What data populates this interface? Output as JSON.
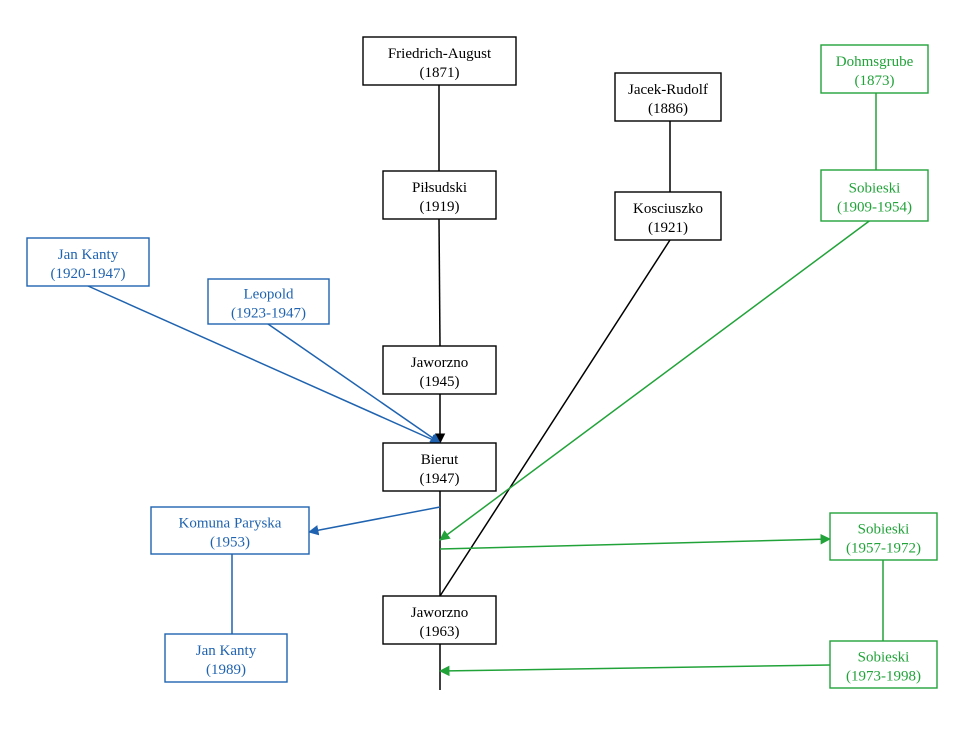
{
  "colors": {
    "black": "#000000",
    "blue": "#1f63b0",
    "green": "#22a33a"
  },
  "nodes": [
    {
      "id": "friedrich",
      "line1": "Friedrich-August",
      "line2": "(1871)",
      "color": "black"
    },
    {
      "id": "pilsudski",
      "line1": "Piłsudski",
      "line2": "(1919)",
      "color": "black"
    },
    {
      "id": "jaworzno1945",
      "line1": "Jaworzno",
      "line2": "(1945)",
      "color": "black"
    },
    {
      "id": "bierut",
      "line1": "Bierut",
      "line2": "(1947)",
      "color": "black"
    },
    {
      "id": "jaworzno1963",
      "line1": "Jaworzno",
      "line2": "(1963)",
      "color": "black"
    },
    {
      "id": "jacek",
      "line1": "Jacek-Rudolf",
      "line2": "(1886)",
      "color": "black"
    },
    {
      "id": "kosciuszko",
      "line1": "Kosciuszko",
      "line2": "(1921)",
      "color": "black"
    },
    {
      "id": "dohmsgrube",
      "line1": "Dohmsgrube",
      "line2": "(1873)",
      "color": "green"
    },
    {
      "id": "sobieski1909",
      "line1": "Sobieski",
      "line2": "(1909-1954)",
      "color": "green"
    },
    {
      "id": "sobieski1957",
      "line1": "Sobieski",
      "line2": "(1957-1972)",
      "color": "green"
    },
    {
      "id": "sobieski1973",
      "line1": "Sobieski",
      "line2": "(1973-1998)",
      "color": "green"
    },
    {
      "id": "jankanty1920",
      "line1": "Jan Kanty",
      "line2": "(1920-1947)",
      "color": "blue"
    },
    {
      "id": "leopold",
      "line1": "Leopold",
      "line2": "(1923-1947)",
      "color": "blue"
    },
    {
      "id": "komuna",
      "line1": "Komuna Paryska",
      "line2": "(1953)",
      "color": "blue"
    },
    {
      "id": "jankanty1989",
      "line1": "Jan Kanty",
      "line2": "(1989)",
      "color": "blue"
    }
  ],
  "edges": [
    {
      "from": "friedrich",
      "to": "pilsudski",
      "color": "black",
      "arrow": false
    },
    {
      "from": "pilsudski",
      "to": "jaworzno1945",
      "color": "black",
      "arrow": false
    },
    {
      "from": "jaworzno1945",
      "to": "bierut",
      "color": "black",
      "arrow": true
    },
    {
      "from": "bierut",
      "to": "jaworzno1963",
      "color": "black",
      "arrow": false
    },
    {
      "from": "jaworzno1963",
      "to": "timeline-end",
      "color": "black",
      "arrow": false
    },
    {
      "from": "jacek",
      "to": "kosciuszko",
      "color": "black",
      "arrow": false
    },
    {
      "from": "kosciuszko",
      "to": "jaworzno1963",
      "color": "black",
      "arrow": false
    },
    {
      "from": "dohmsgrube",
      "to": "sobieski1909",
      "color": "green",
      "arrow": false
    },
    {
      "from": "sobieski1909",
      "to": "trunk",
      "color": "green",
      "arrow": true
    },
    {
      "from": "trunk",
      "to": "sobieski1957",
      "color": "green",
      "arrow": true
    },
    {
      "from": "sobieski1957",
      "to": "sobieski1973",
      "color": "green",
      "arrow": false
    },
    {
      "from": "sobieski1973",
      "to": "trunk",
      "color": "green",
      "arrow": true
    },
    {
      "from": "jankanty1920",
      "to": "bierut",
      "color": "blue",
      "arrow": true
    },
    {
      "from": "leopold",
      "to": "bierut",
      "color": "blue",
      "arrow": true
    },
    {
      "from": "trunk",
      "to": "komuna",
      "color": "blue",
      "arrow": true
    },
    {
      "from": "komuna",
      "to": "jankanty1989",
      "color": "blue",
      "arrow": false
    }
  ]
}
